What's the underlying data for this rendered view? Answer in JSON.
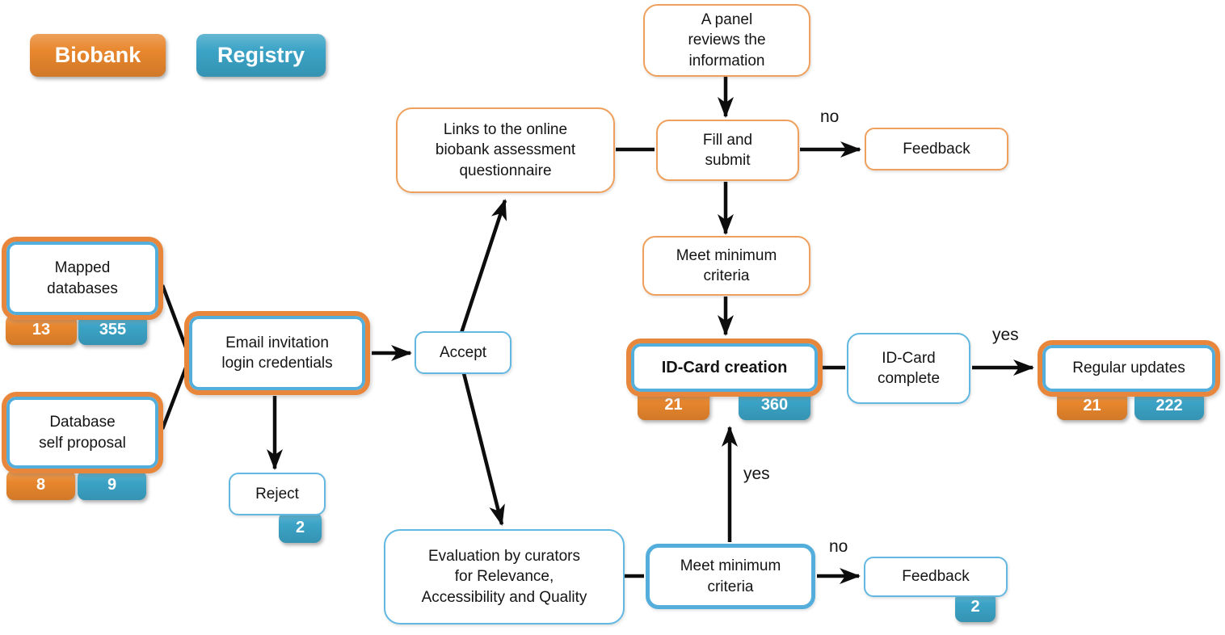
{
  "legend": {
    "biobank_label": "Biobank",
    "registry_label": "Registry"
  },
  "colors": {
    "biobank_orange": "#E8862D",
    "registry_blue": "#3BA3C6",
    "orange_border": "#EFA05C",
    "blue_border": "#63B8E1",
    "blue_border_thick": "#54AEDC",
    "double_outer_orange": "#E8873B",
    "double_inner_blue": "#54AEDC",
    "arrow_black": "#0D0D0D"
  },
  "nodes": {
    "panel": {
      "label": "A panel\nreviews the\ninformation"
    },
    "questionnaire": {
      "label": "Links to the online\nbiobank assessment\nquestionnaire"
    },
    "fill_submit": {
      "label": "Fill and\nsubmit"
    },
    "feedback_top": {
      "label": "Feedback"
    },
    "meet_min_top": {
      "label": "Meet minimum\ncriteria"
    },
    "idcard_creation": {
      "label": "ID-Card creation",
      "biobank_count": "21",
      "registry_count": "360"
    },
    "idcard_complete": {
      "label": "ID-Card\ncomplete"
    },
    "regular_updates": {
      "label": "Regular updates",
      "biobank_count": "21",
      "registry_count": "222"
    },
    "mapped_databases": {
      "label": "Mapped\ndatabases",
      "biobank_count": "13",
      "registry_count": "355"
    },
    "database_self_proposal": {
      "label": "Database\nself proposal",
      "biobank_count": "8",
      "registry_count": "9"
    },
    "email_invitation": {
      "label": "Email invitation\nlogin credentials"
    },
    "accept": {
      "label": "Accept"
    },
    "reject": {
      "label": "Reject",
      "registry_count": "2"
    },
    "evaluation": {
      "label": "Evaluation by curators\nfor Relevance,\nAccessibility and Quality"
    },
    "meet_min_bottom": {
      "label": "Meet minimum\ncriteria"
    },
    "feedback_bottom": {
      "label": "Feedback",
      "registry_count": "2"
    }
  },
  "edge_labels": {
    "no_top": "no",
    "yes_idcard": "yes",
    "yes_meet": "yes",
    "no_bottom": "no"
  }
}
